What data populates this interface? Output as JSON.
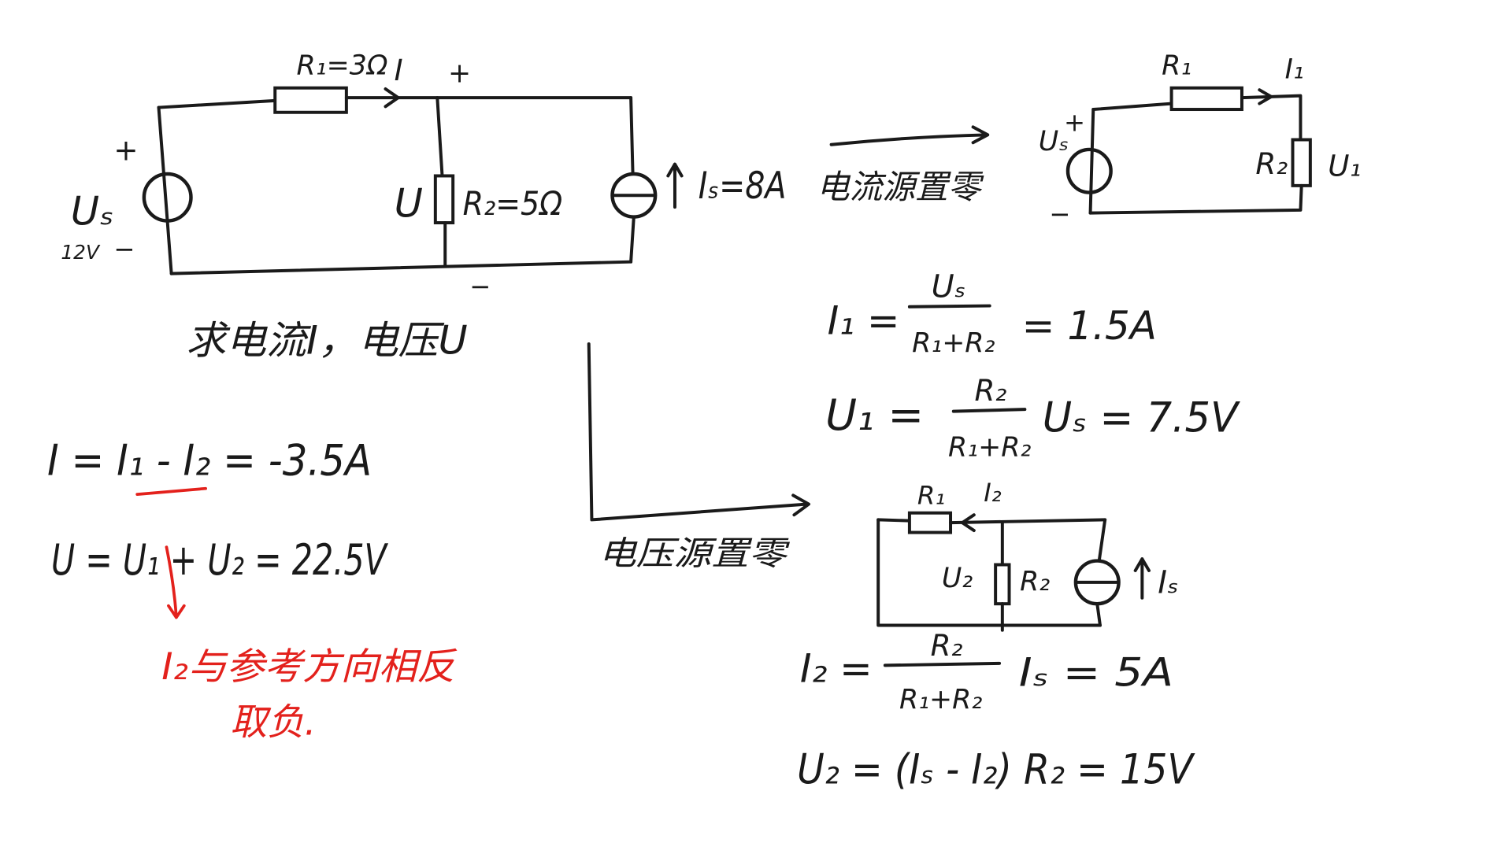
{
  "colors": {
    "ink": "#1a1a1a",
    "annotation": "#e3211c",
    "background": "#ffffff"
  },
  "main_circuit": {
    "r1_label": "R₁=3Ω",
    "current_label": "I",
    "node_plus": "+",
    "source_plus": "+",
    "source_label": "Uₛ",
    "source_value": "12V",
    "source_minus": "−",
    "voltage_label": "U",
    "r2_label": "R₂=5Ω",
    "current_source_label": "Iₛ=8A",
    "voltage_minus": "−",
    "question": "求电流I，电压U"
  },
  "current_source_zeroed": {
    "arrow_label": "电流源置零",
    "circuit": {
      "r1": "R₁",
      "i1": "I₁",
      "us": "Uₛ",
      "plus": "+",
      "minus": "−",
      "r2": "R₂",
      "u1": "U₁"
    },
    "eq_i1": {
      "lhs": "I₁ =",
      "num": "Uₛ",
      "den": "R₁+R₂",
      "rhs": "= 1.5A"
    },
    "eq_u1": {
      "lhs": "U₁ =",
      "num": "R₂",
      "den": "R₁+R₂",
      "rhs": "Uₛ = 7.5V"
    }
  },
  "voltage_source_zeroed": {
    "arrow_label": "电压源置零",
    "circuit": {
      "r1": "R₁",
      "i2": "I₂",
      "u2": "U₂",
      "r2": "R₂",
      "is": "Iₛ"
    },
    "eq_i2": {
      "lhs": "I₂ =",
      "num": "R₂",
      "den": "R₁+R₂",
      "rhs": "Iₛ = 5A"
    },
    "eq_u2": "U₂ = (Iₛ - I₂) R₂ = 15V"
  },
  "superposition": {
    "eq_i": "I = I₁ - I₂ = -3.5A",
    "eq_u": "U = U₁ + U₂ = 22.5V",
    "note_line1": "I₂与参考方向相反",
    "note_line2": "取负."
  }
}
